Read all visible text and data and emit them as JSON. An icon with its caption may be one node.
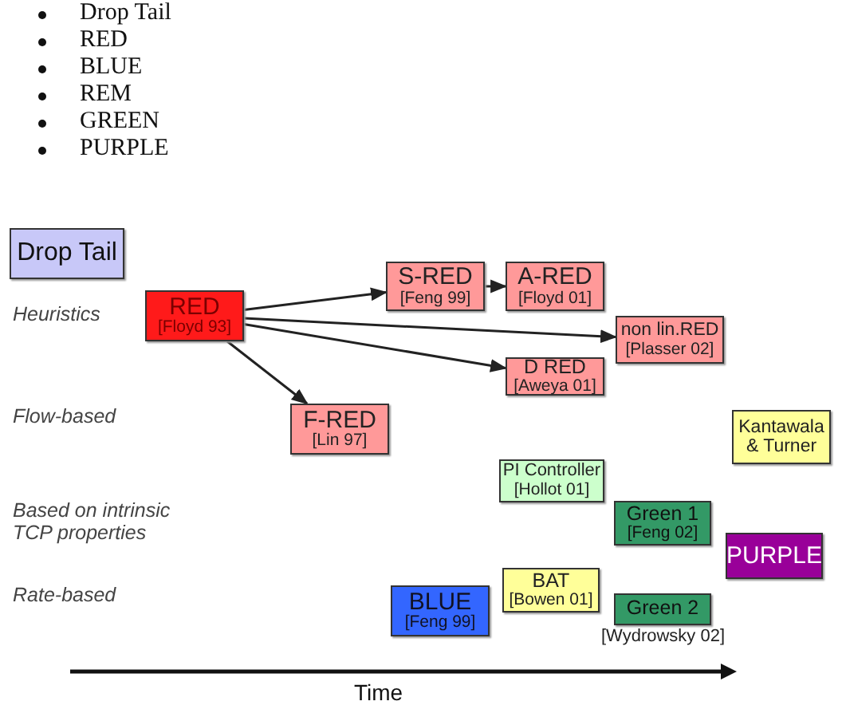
{
  "diagram": {
    "nodes": [
      {
        "text": [
          "Drop Tail"
        ]
      },
      {
        "text": [
          "RED",
          "[Floyd 93]"
        ]
      },
      {
        "text": [
          "S-RED",
          "[Feng 99]"
        ]
      },
      {
        "text": [
          "A-RED",
          "[Floyd 01]"
        ]
      },
      {
        "text": [
          "non lin.RED",
          "[Plasser 02]"
        ]
      },
      {
        "text": [
          "D RED",
          "[Aweya 01]"
        ]
      },
      {
        "text": [
          "F-RED",
          "[Lin 97]"
        ]
      },
      {
        "text": [
          "Kantawala & Turner"
        ]
      },
      {
        "text": [
          "PI Controller",
          "[Hollot 01]"
        ]
      },
      {
        "text": [
          "Green 1",
          "[Feng 02]"
        ]
      },
      {
        "text": [
          "PURPLE"
        ]
      },
      {
        "text": [
          "BAT",
          "[Bowen 01]"
        ]
      },
      {
        "text": [
          "BLUE",
          "[Feng 99]"
        ]
      },
      {
        "text": [
          "Green 2",
          "[Wydrowsky 02]"
        ]
      }
    ],
    "edges": [
      {
        "from": 1,
        "to": 2,
        "arrow": "to"
      },
      {
        "from": 2,
        "to": 3,
        "arrow": "to"
      },
      {
        "from": 1,
        "to": 4,
        "arrow": "to"
      },
      {
        "from": 1,
        "to": 5,
        "arrow": "to"
      },
      {
        "from": 1,
        "to": 6,
        "arrow": "to"
      }
    ],
    "labels": [
      "Drop Tail",
      "RED",
      "BLUE",
      "REM",
      "GREEN",
      "PURPLE",
      "Heuristics",
      "Flow-based",
      "Based on intrinsic TCP properties",
      "Rate-based",
      "Time"
    ]
  }
}
